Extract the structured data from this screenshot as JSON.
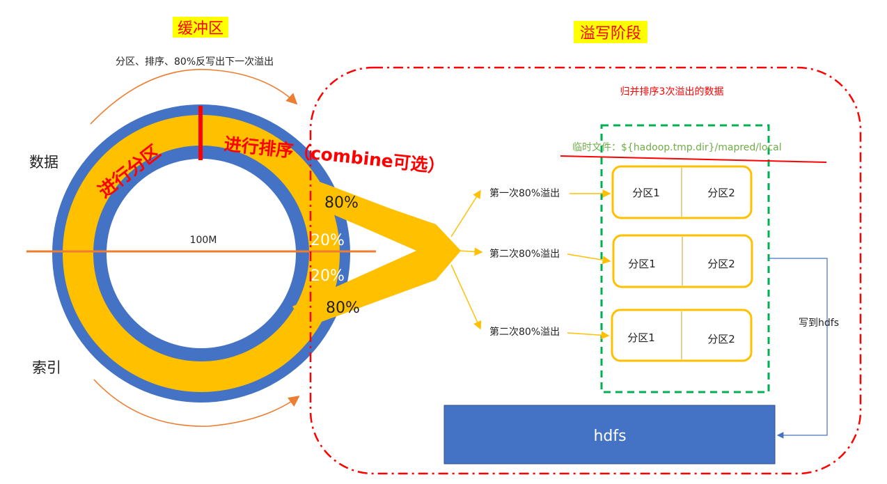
{
  "titles": {
    "buffer": "缓冲区",
    "spill_stage": "溢写阶段",
    "highlight_color": "#ffff00",
    "title_color": "#ff0000"
  },
  "ring": {
    "description": "分区、排序、80%反写出下一次溢出",
    "data_label": "数据",
    "index_label": "索引",
    "partition_label": "进行分区",
    "sort_label": "进行排序（combine可选）",
    "capacity_label": "100M",
    "pct_top_outer": "80%",
    "pct_top_inner": "20%",
    "pct_bottom_inner": "20%",
    "pct_bottom_outer": "80%",
    "outer_color": "#4472c4",
    "band_color": "#ffc000",
    "axis_color": "#ed7d31",
    "marker_color": "#ff0000"
  },
  "spill": {
    "merge_label": "归并排序3次溢出的数据",
    "tmp_path_label": "临时文件：${hadoop.tmp.dir}/mapred/local",
    "tmp_path_color": "#70ad47",
    "spills": [
      {
        "label": "第一次80%溢出",
        "partitions": [
          "分区1",
          "分区2"
        ]
      },
      {
        "label": "第二次80%溢出",
        "partitions": [
          "分区1",
          "分区2"
        ]
      },
      {
        "label": "第二次80%溢出",
        "partitions": [
          "分区1",
          "分区2"
        ]
      }
    ],
    "write_label": "写到hdfs",
    "hdfs_label": "hdfs",
    "box_color": "#ffc000",
    "group_border_color": "#00b050",
    "region_border_color": "#ff0000",
    "hdfs_color": "#4472c4"
  }
}
